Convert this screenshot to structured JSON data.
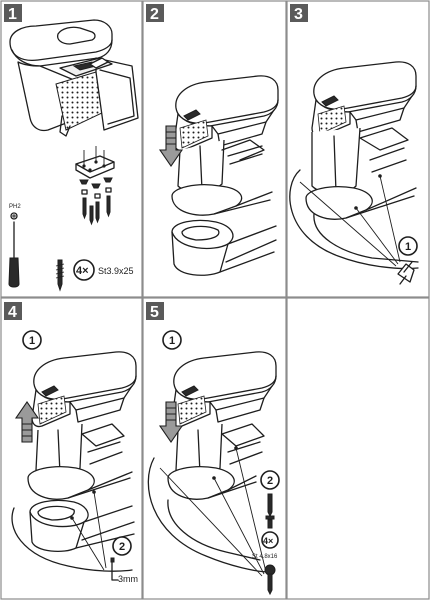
{
  "steps": [
    {
      "number": "1"
    },
    {
      "number": "2"
    },
    {
      "number": "3"
    },
    {
      "number": "4"
    },
    {
      "number": "5"
    }
  ],
  "callouts": {
    "screw_count_step1": "4×",
    "screw_spec_step1": "St3.9x25",
    "step3_marker": "1",
    "step4_marker_1": "1",
    "step4_marker_2": "2",
    "step4_hex_size": "3mm",
    "step5_marker_1": "1",
    "step5_marker_2": "2",
    "step5_screw_count": "4×",
    "step5_screw_spec": "St 4.8x16"
  },
  "icons": [
    "screwdriver-icon",
    "screw-icon",
    "hex-key-icon",
    "clip-icon",
    "arrow-down-icon",
    "arrow-up-icon"
  ]
}
